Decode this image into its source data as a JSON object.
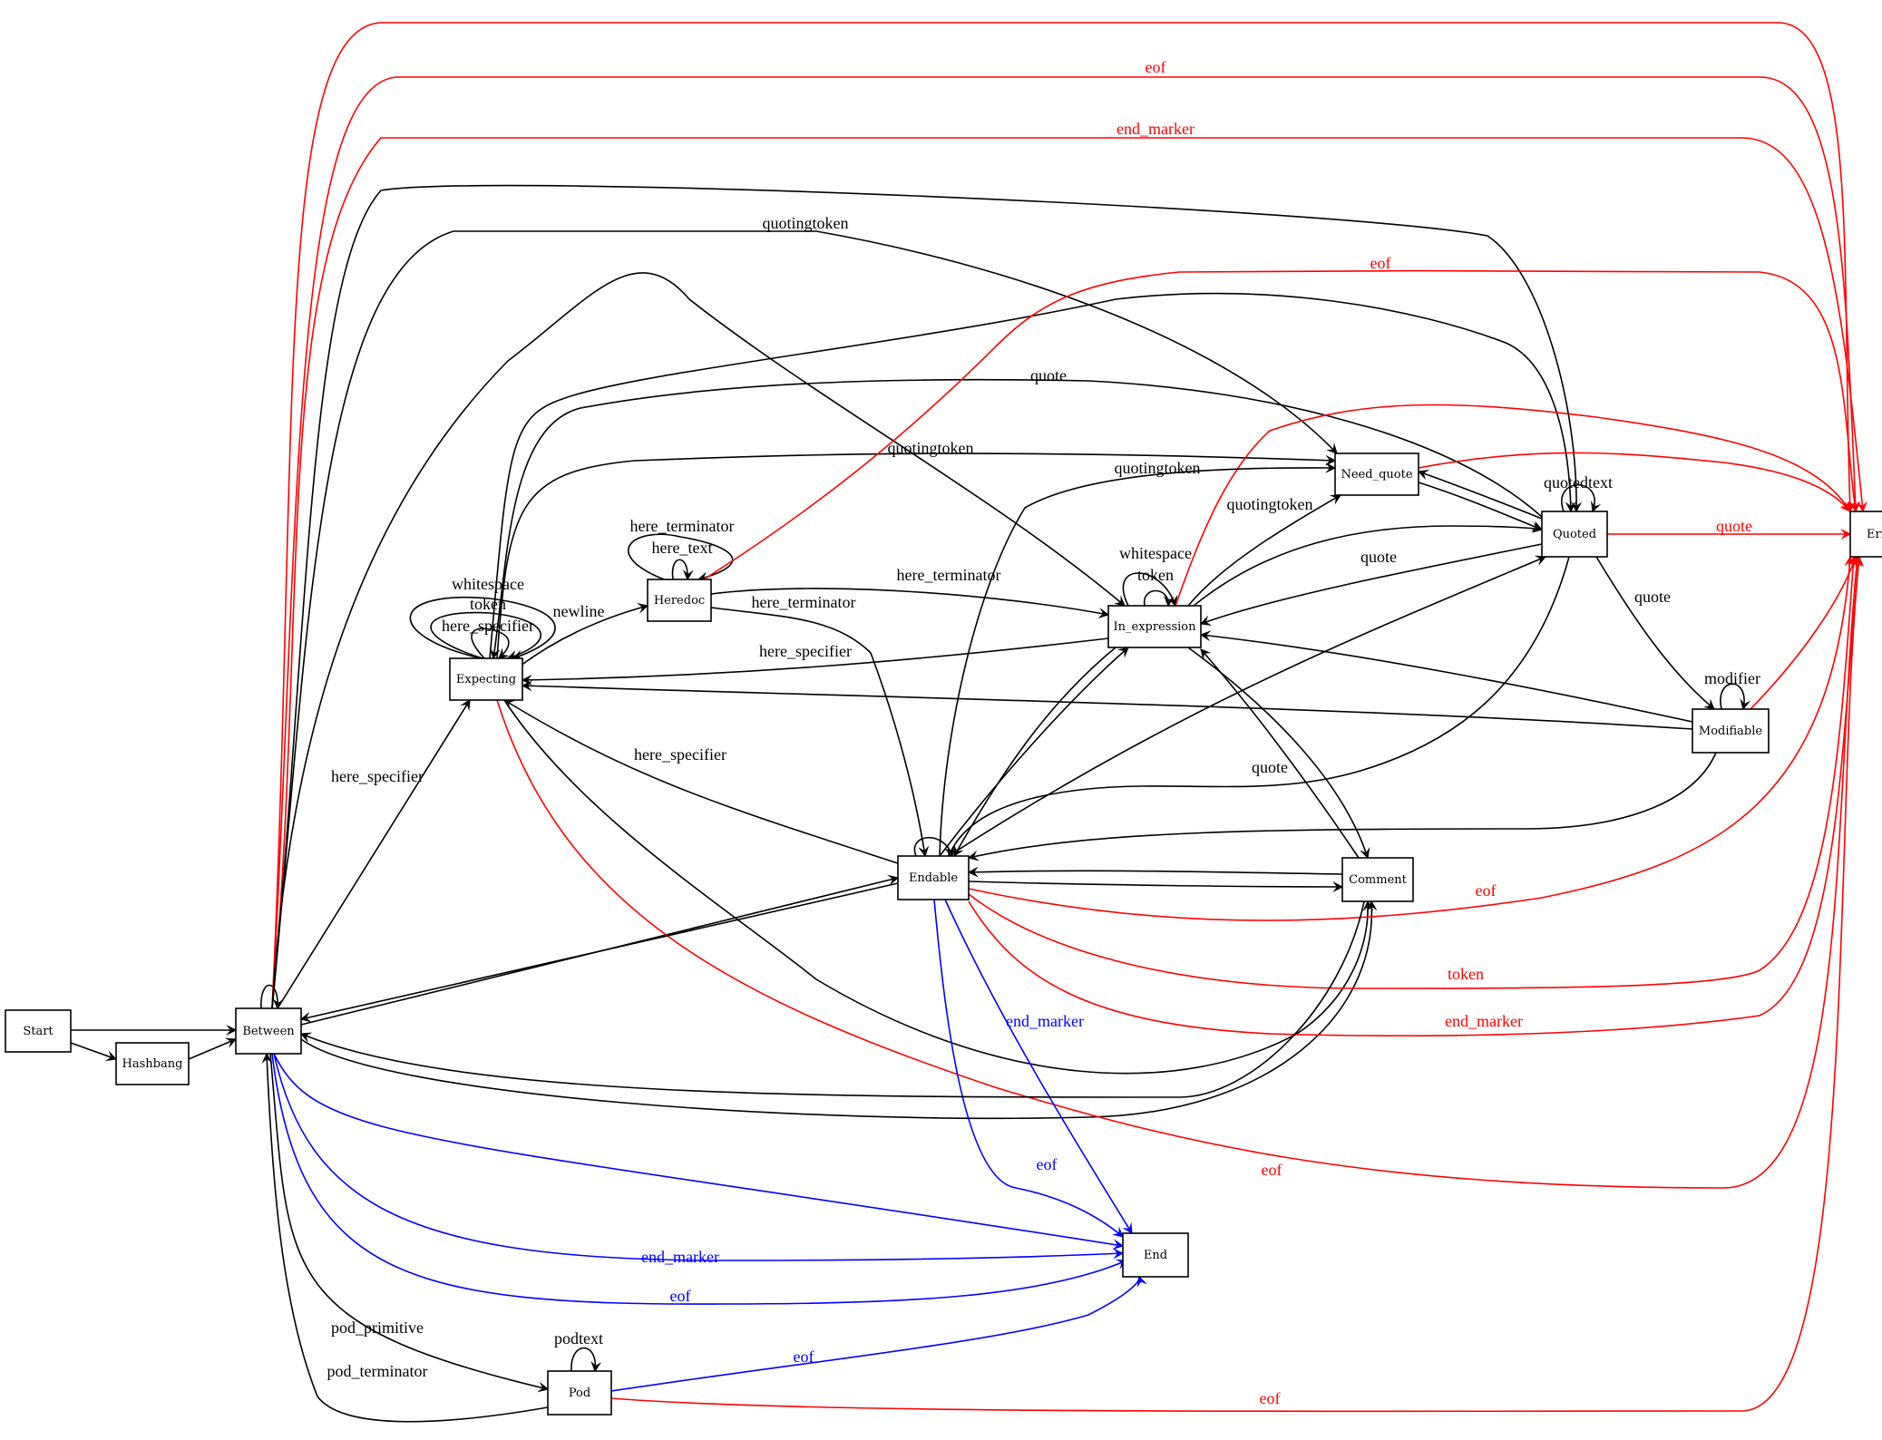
{
  "colors": {
    "normal": "#000000",
    "error": "#ff0000",
    "end": "#0000ff"
  },
  "nodes": [
    {
      "id": "start",
      "label": "Start"
    },
    {
      "id": "hashbang",
      "label": "Hashbang"
    },
    {
      "id": "between",
      "label": "Between"
    },
    {
      "id": "expecting",
      "label": "Expecting"
    },
    {
      "id": "heredoc",
      "label": "Heredoc"
    },
    {
      "id": "in_expression",
      "label": "In_expression"
    },
    {
      "id": "need_quote",
      "label": "Need_quote"
    },
    {
      "id": "quoted",
      "label": "Quoted"
    },
    {
      "id": "modifiable",
      "label": "Modifiable"
    },
    {
      "id": "endable",
      "label": "Endable"
    },
    {
      "id": "comment",
      "label": "Comment"
    },
    {
      "id": "error",
      "label": "Error"
    },
    {
      "id": "end",
      "label": "End"
    },
    {
      "id": "pod",
      "label": "Pod"
    }
  ],
  "edges": [
    {
      "id": "e_start_between",
      "from": "Start",
      "to": "Between",
      "label": "",
      "type": "normal"
    },
    {
      "id": "e_start_hashbang",
      "from": "Start",
      "to": "Hashbang",
      "label": "",
      "type": "normal"
    },
    {
      "id": "e_hashbang_between",
      "from": "Hashbang",
      "to": "Between",
      "label": "",
      "type": "normal"
    },
    {
      "id": "e_between_self",
      "from": "Between",
      "to": "Between",
      "label": "",
      "type": "normal"
    },
    {
      "id": "e_between_error_1",
      "from": "Between",
      "to": "Error",
      "label": "",
      "type": "error"
    },
    {
      "id": "e_between_error_eof",
      "from": "Between",
      "to": "Error",
      "label": "eof",
      "type": "error"
    },
    {
      "id": "e_between_error_endmarker",
      "from": "Between",
      "to": "Error",
      "label": "end_marker",
      "type": "error"
    },
    {
      "id": "e_between_quoted",
      "from": "Between",
      "to": "Quoted",
      "label": "",
      "type": "normal"
    },
    {
      "id": "e_between_needquote",
      "from": "Between",
      "to": "Need_quote",
      "label": "quotingtoken",
      "type": "normal"
    },
    {
      "id": "e_between_inexpr",
      "from": "Between",
      "to": "In_expression",
      "label": "",
      "type": "normal"
    },
    {
      "id": "e_between_expecting",
      "from": "Between",
      "to": "Expecting",
      "label": "here_specifier",
      "type": "normal"
    },
    {
      "id": "e_between_endable",
      "from": "Between",
      "to": "Endable",
      "label": "",
      "type": "normal"
    },
    {
      "id": "e_between_comment",
      "from": "Between",
      "to": "Comment",
      "label": "",
      "type": "normal"
    },
    {
      "id": "e_between_end_1",
      "from": "Between",
      "to": "End",
      "label": "",
      "type": "end"
    },
    {
      "id": "e_between_end_marker",
      "from": "Between",
      "to": "End",
      "label": "end_marker",
      "type": "end"
    },
    {
      "id": "e_between_end_eof",
      "from": "Between",
      "to": "End",
      "label": "eof",
      "type": "end"
    },
    {
      "id": "e_between_pod",
      "from": "Between",
      "to": "Pod",
      "label": "pod_primitive",
      "type": "normal"
    },
    {
      "id": "e_pod_between",
      "from": "Pod",
      "to": "Between",
      "label": "pod_terminator",
      "type": "normal"
    },
    {
      "id": "e_pod_self",
      "from": "Pod",
      "to": "Pod",
      "label": "podtext",
      "type": "normal"
    },
    {
      "id": "e_pod_end",
      "from": "Pod",
      "to": "End",
      "label": "eof",
      "type": "end"
    },
    {
      "id": "e_pod_error",
      "from": "Pod",
      "to": "Error",
      "label": "eof",
      "type": "error"
    },
    {
      "id": "e_expecting_self_ws",
      "from": "Expecting",
      "to": "Expecting",
      "label": "whitespace",
      "type": "normal"
    },
    {
      "id": "e_expecting_self_token",
      "from": "Expecting",
      "to": "Expecting",
      "label": "token",
      "type": "normal"
    },
    {
      "id": "e_expecting_self_here",
      "from": "Expecting",
      "to": "Expecting",
      "label": "here_specifier",
      "type": "normal"
    },
    {
      "id": "e_expecting_heredoc",
      "from": "Expecting",
      "to": "Heredoc",
      "label": "newline",
      "type": "normal"
    },
    {
      "id": "e_expecting_quoted_a",
      "from": "Expecting",
      "to": "Quoted",
      "label": "",
      "type": "normal"
    },
    {
      "id": "e_quoted_expecting",
      "from": "Quoted",
      "to": "Expecting",
      "label": "quote",
      "type": "normal"
    },
    {
      "id": "e_expecting_needquote",
      "from": "Expecting",
      "to": "Need_quote",
      "label": "quotingtoken",
      "type": "normal"
    },
    {
      "id": "e_expecting_error",
      "from": "Expecting",
      "to": "Error",
      "label": "eof",
      "type": "error"
    },
    {
      "id": "e_expecting_comment",
      "from": "Expecting",
      "to": "Comment",
      "label": "",
      "type": "normal"
    },
    {
      "id": "e_heredoc_self_text",
      "from": "Heredoc",
      "to": "Heredoc",
      "label": "here_text",
      "type": "normal"
    },
    {
      "id": "e_heredoc_self_term",
      "from": "Heredoc",
      "to": "Heredoc",
      "label": "here_terminator",
      "type": "normal"
    },
    {
      "id": "e_heredoc_error",
      "from": "Heredoc",
      "to": "Error",
      "label": "eof",
      "type": "error"
    },
    {
      "id": "e_heredoc_inexpr",
      "from": "Heredoc",
      "to": "In_expression",
      "label": "here_terminator",
      "type": "normal"
    },
    {
      "id": "e_heredoc_endable",
      "from": "Heredoc",
      "to": "Endable",
      "label": "here_terminator",
      "type": "normal"
    },
    {
      "id": "e_inexpr_expecting",
      "from": "In_expression",
      "to": "Expecting",
      "label": "here_specifier",
      "type": "normal"
    },
    {
      "id": "e_inexpr_self_ws",
      "from": "In_expression",
      "to": "In_expression",
      "label": "whitespace",
      "type": "normal"
    },
    {
      "id": "e_inexpr_self_token",
      "from": "In_expression",
      "to": "In_expression",
      "label": "token",
      "type": "normal"
    },
    {
      "id": "e_inexpr_error",
      "from": "In_expression",
      "to": "Error",
      "label": "",
      "type": "error"
    },
    {
      "id": "e_inexpr_needquote",
      "from": "In_expression",
      "to": "Need_quote",
      "label": "quotingtoken",
      "type": "normal"
    },
    {
      "id": "e_inexpr_quoted",
      "from": "In_expression",
      "to": "Quoted",
      "label": "",
      "type": "normal"
    },
    {
      "id": "e_quoted_inexpr",
      "from": "Quoted",
      "to": "In_expression",
      "label": "quote",
      "type": "normal"
    },
    {
      "id": "e_inexpr_endable",
      "from": "In_expression",
      "to": "Endable",
      "label": "",
      "type": "normal"
    },
    {
      "id": "e_endable_inexpr",
      "from": "Endable",
      "to": "In_expression",
      "label": "",
      "type": "normal"
    },
    {
      "id": "e_inexpr_comment",
      "from": "In_expression",
      "to": "Comment",
      "label": "",
      "type": "normal"
    },
    {
      "id": "e_comment_inexpr",
      "from": "Comment",
      "to": "In_expression",
      "label": "",
      "type": "normal"
    },
    {
      "id": "e_needquote_error",
      "from": "Need_quote",
      "to": "Error",
      "label": "",
      "type": "error"
    },
    {
      "id": "e_needquote_quoted",
      "from": "Need_quote",
      "to": "Quoted",
      "label": "",
      "type": "normal"
    },
    {
      "id": "e_quoted_needquote",
      "from": "Quoted",
      "to": "Need_quote",
      "label": "",
      "type": "normal"
    },
    {
      "id": "e_quoted_self",
      "from": "Quoted",
      "to": "Quoted",
      "label": "quotedtext",
      "type": "normal"
    },
    {
      "id": "e_quoted_error",
      "from": "Quoted",
      "to": "Error",
      "label": "quote",
      "type": "error"
    },
    {
      "id": "e_quoted_modifiable",
      "from": "Quoted",
      "to": "Modifiable",
      "label": "quote",
      "type": "normal"
    },
    {
      "id": "e_quoted_endable",
      "from": "Quoted",
      "to": "Endable",
      "label": "quote",
      "type": "normal"
    },
    {
      "id": "e_modifiable_self",
      "from": "Modifiable",
      "to": "Modifiable",
      "label": "modifier",
      "type": "normal"
    },
    {
      "id": "e_modifiable_error",
      "from": "Modifiable",
      "to": "Error",
      "label": "",
      "type": "error"
    },
    {
      "id": "e_modifiable_inexpr",
      "from": "Modifiable",
      "to": "In_expression",
      "label": "",
      "type": "normal"
    },
    {
      "id": "e_modifiable_expecting",
      "from": "Modifiable",
      "to": "Expecting",
      "label": "",
      "type": "normal"
    },
    {
      "id": "e_modifiable_endable",
      "from": "Modifiable",
      "to": "Endable",
      "label": "",
      "type": "normal"
    },
    {
      "id": "e_endable_self",
      "from": "Endable",
      "to": "Endable",
      "label": "",
      "type": "normal"
    },
    {
      "id": "e_endable_expecting",
      "from": "Endable",
      "to": "Expecting",
      "label": "here_specifier",
      "type": "normal"
    },
    {
      "id": "e_endable_needquote",
      "from": "Endable",
      "to": "Need_quote",
      "label": "quotingtoken",
      "type": "normal"
    },
    {
      "id": "e_endable_quoted",
      "from": "Endable",
      "to": "Quoted",
      "label": "",
      "type": "normal"
    },
    {
      "id": "e_endable_between",
      "from": "Endable",
      "to": "Between",
      "label": "",
      "type": "normal"
    },
    {
      "id": "e_endable_comment",
      "from": "Endable",
      "to": "Comment",
      "label": "",
      "type": "normal"
    },
    {
      "id": "e_comment_endable",
      "from": "Comment",
      "to": "Endable",
      "label": "",
      "type": "normal"
    },
    {
      "id": "e_endable_error_eof",
      "from": "Endable",
      "to": "Error",
      "label": "eof",
      "type": "error"
    },
    {
      "id": "e_endable_error_token",
      "from": "Endable",
      "to": "Error",
      "label": "token",
      "type": "error"
    },
    {
      "id": "e_endable_error_endmarker",
      "from": "Endable",
      "to": "Error",
      "label": "end_marker",
      "type": "error"
    },
    {
      "id": "e_endable_end_marker",
      "from": "Endable",
      "to": "End",
      "label": "end_marker",
      "type": "end"
    },
    {
      "id": "e_endable_end_eof",
      "from": "Endable",
      "to": "End",
      "label": "eof",
      "type": "end"
    },
    {
      "id": "e_comment_between",
      "from": "Comment",
      "to": "Between",
      "label": "",
      "type": "normal"
    }
  ]
}
